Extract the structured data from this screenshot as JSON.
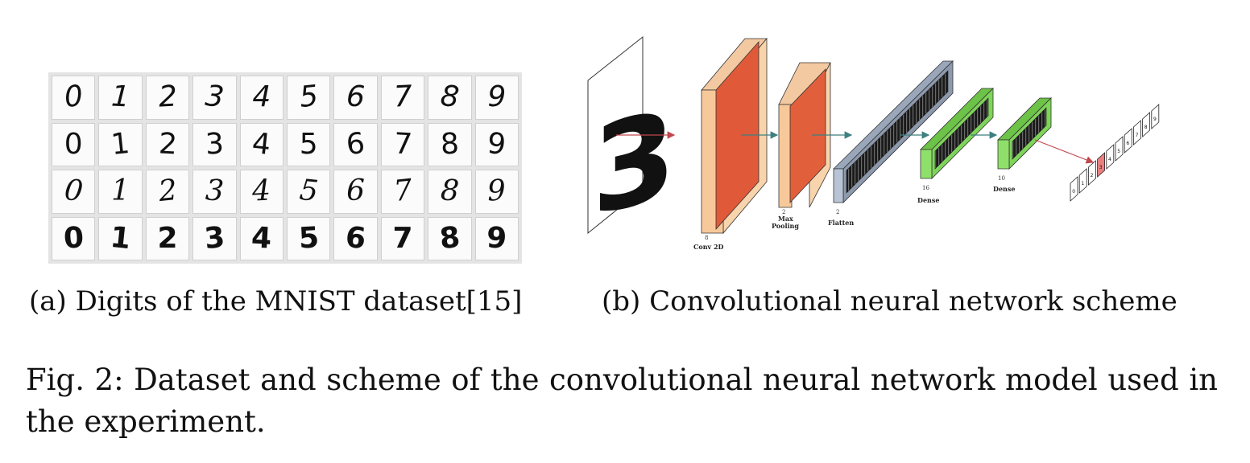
{
  "figure": {
    "panel_a": {
      "digit_rows": [
        [
          "0",
          "1",
          "2",
          "3",
          "4",
          "5",
          "6",
          "7",
          "8",
          "9"
        ],
        [
          "0",
          "1",
          "2",
          "3",
          "4",
          "5",
          "6",
          "7",
          "8",
          "9"
        ],
        [
          "0",
          "1",
          "2",
          "3",
          "4",
          "5",
          "6",
          "7",
          "8",
          "9"
        ],
        [
          "0",
          "1",
          "2",
          "3",
          "4",
          "5",
          "6",
          "7",
          "8",
          "9"
        ]
      ],
      "caption": "(a) Digits of the MNIST dataset[15]"
    },
    "panel_b": {
      "input_digit": "3",
      "layers": {
        "conv": {
          "name": "Conv 2D",
          "dim": "8"
        },
        "pool": {
          "name_line1": "Max",
          "name_line2": "Pooling",
          "dim": "2"
        },
        "flatten": {
          "name": "Flatten",
          "dim": "2"
        },
        "dense1": {
          "name": "Dense",
          "dim": "16"
        },
        "dense2": {
          "name": "Dense",
          "dim": "10"
        }
      },
      "output_digits": [
        "0",
        "1",
        "2",
        "3",
        "4",
        "5",
        "6",
        "7",
        "8",
        "9"
      ],
      "highlighted_output": "3",
      "caption": "(b) Convolutional neural network scheme",
      "colors": {
        "conv_front": "#e05a3a",
        "conv_side": "#f7c99a",
        "pool_front": "#e25f3c",
        "flatten": "#b8c4d6",
        "dense": "#7fd45a",
        "arrow_red": "#c0474c",
        "arrow_teal": "#3f7f7f"
      }
    },
    "caption": "Fig. 2: Dataset and scheme of the convolutional neural network model used in the experiment."
  }
}
